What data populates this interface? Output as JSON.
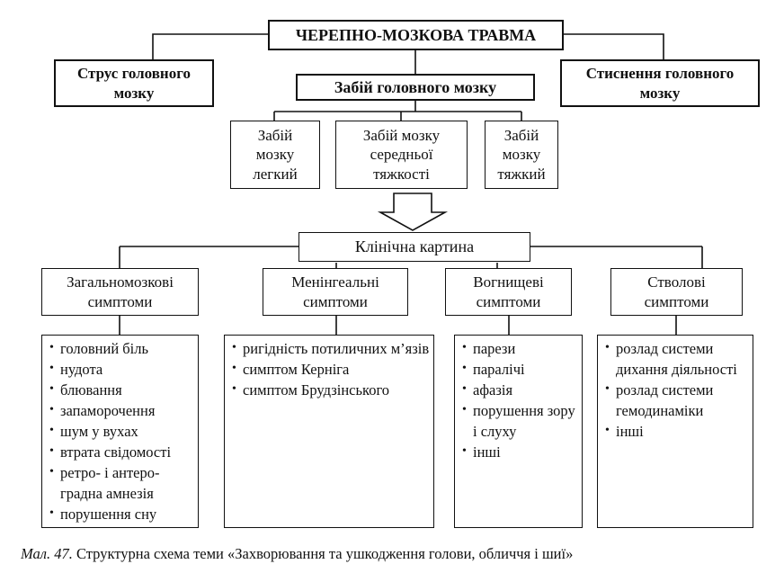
{
  "root": "ЧЕРЕПНО-МОЗКОВА ТРАВМА",
  "left_type": "Струс головного мозку",
  "center_type": "Забій головного мозку",
  "right_type": "Стиснення головного мозку",
  "severities": [
    "Забій мозку легкий",
    "Забій мозку середньої тяжкості",
    "Забій мозку тяжкий"
  ],
  "clinical": "Клінічна картина",
  "groups": [
    {
      "title": "Загальномозкові симптоми",
      "items": [
        "головний біль",
        "нудота",
        "блювання",
        "запаморочення",
        "шум у вухах",
        "втрата свідомості",
        "ретро- і антеро- градна амнезія",
        "порушення сну"
      ]
    },
    {
      "title": "Менінгеальні симптоми",
      "items": [
        "ригідність потиличних м’язів",
        "симптом Керніга",
        "симптом Брудзінського"
      ]
    },
    {
      "title": "Вогнищеві симптоми",
      "items": [
        "парези",
        "паралічі",
        "афазія",
        "порушення зору і слуху",
        "інші"
      ]
    },
    {
      "title": "Стволові симптоми",
      "items": [
        "розлад системи дихання діяльності",
        "розлад системи гемодинаміки",
        "інші"
      ]
    }
  ],
  "caption": {
    "label": "Мал. 47.",
    "text": " Структурна схема теми «Захворювання та ушкодження голови, обличчя і шиї»"
  }
}
